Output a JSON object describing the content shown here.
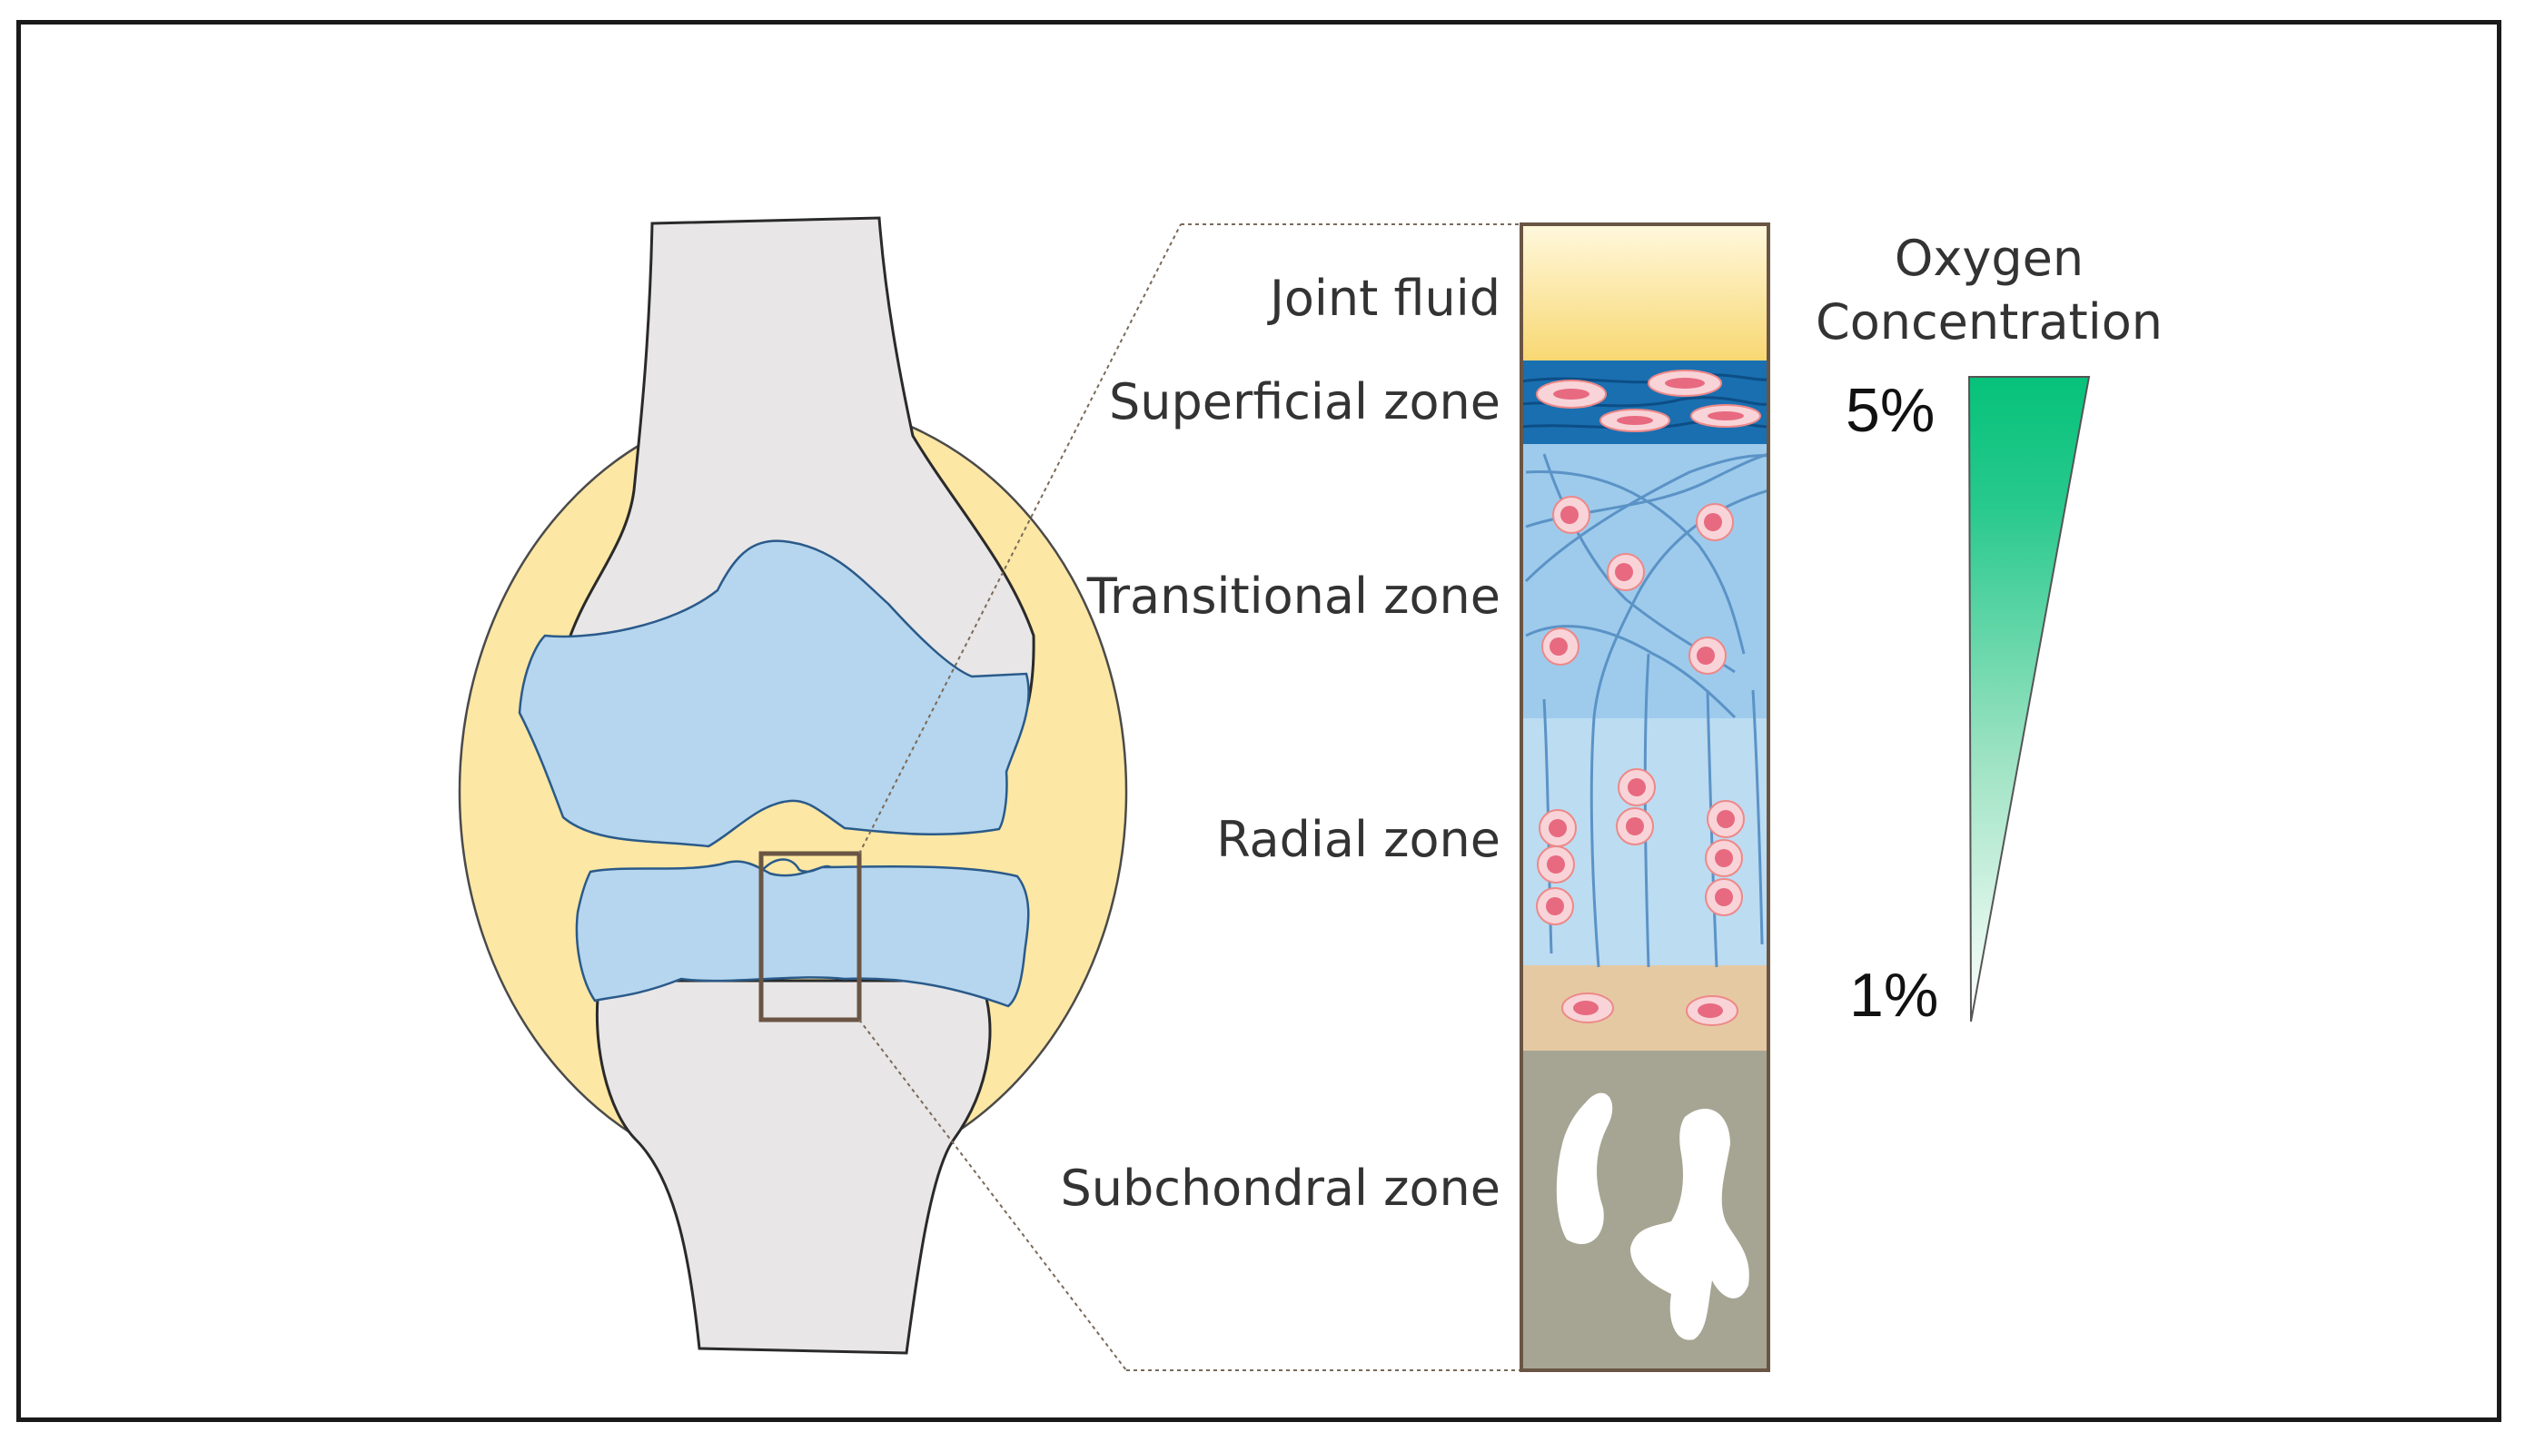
{
  "zones": [
    {
      "id": "joint-fluid",
      "label": "Joint fluid"
    },
    {
      "id": "superficial",
      "label": "Superficial zone"
    },
    {
      "id": "transitional",
      "label": "Transitional zone"
    },
    {
      "id": "radial",
      "label": "Radial zone"
    },
    {
      "id": "subchondral",
      "label": "Subchondral zone"
    }
  ],
  "oxygen": {
    "title_line1": "Oxygen",
    "title_line2": "Concentration",
    "top_value": "5%",
    "bottom_value": "1%"
  },
  "colors": {
    "bone": "#e8e6e7",
    "capsule": "#fce7a4",
    "cartilage": "#b5d6ee",
    "joint_fluid": "#fbe59a",
    "superficial": "#1a6fb0",
    "transitional": "#9ecbec",
    "radial": "#bcdcf2",
    "calcified": "#e5c9a3",
    "subchondral": "#a6a593",
    "cell_fill": "#f8d4d8",
    "cell_nucleus": "#e86a80",
    "gradient_top": "#08c27a"
  }
}
